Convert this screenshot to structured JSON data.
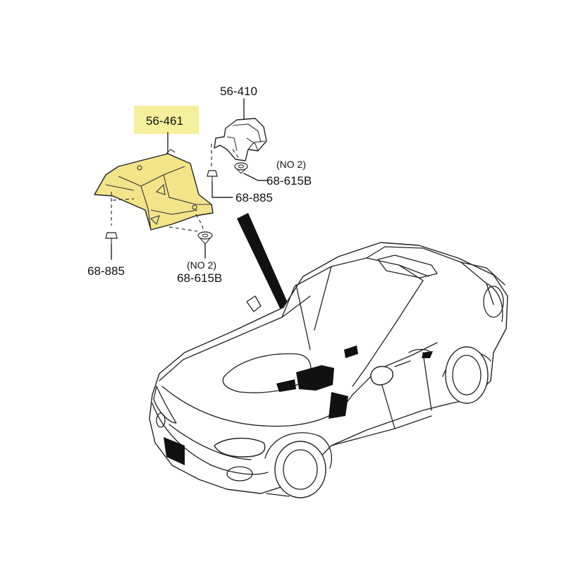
{
  "colors": {
    "highlight": "#f6ef9c",
    "part_fill": "#f3e48a",
    "line": "#222222"
  },
  "callouts": {
    "main_part": "56-461",
    "upper_part": "56-410",
    "bolt_left": "68-885",
    "bolt_right": "68-885",
    "clip_right": "68-615B",
    "clip_right_note": "(NO 2)",
    "clip_bottom": "68-615B",
    "clip_bottom_note": "(NO 2)"
  }
}
